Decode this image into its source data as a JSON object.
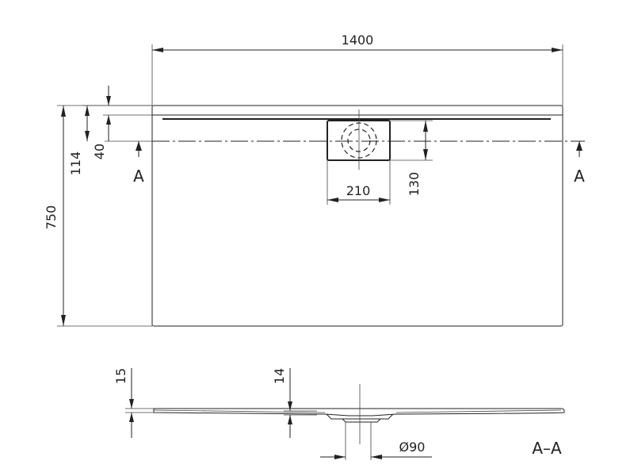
{
  "dimensions": {
    "length": "1400",
    "width": "750",
    "drain_offset_outer": "114",
    "drain_offset_inner": "40",
    "drain_width": "210",
    "drain_depth": "130",
    "edge_height": "15",
    "drain_height": "14",
    "drain_diameter": "Ø90"
  },
  "section": {
    "marker_left": "A",
    "marker_right": "A",
    "label": "A–A"
  },
  "colors": {
    "line": "#222222",
    "background": "#ffffff"
  }
}
